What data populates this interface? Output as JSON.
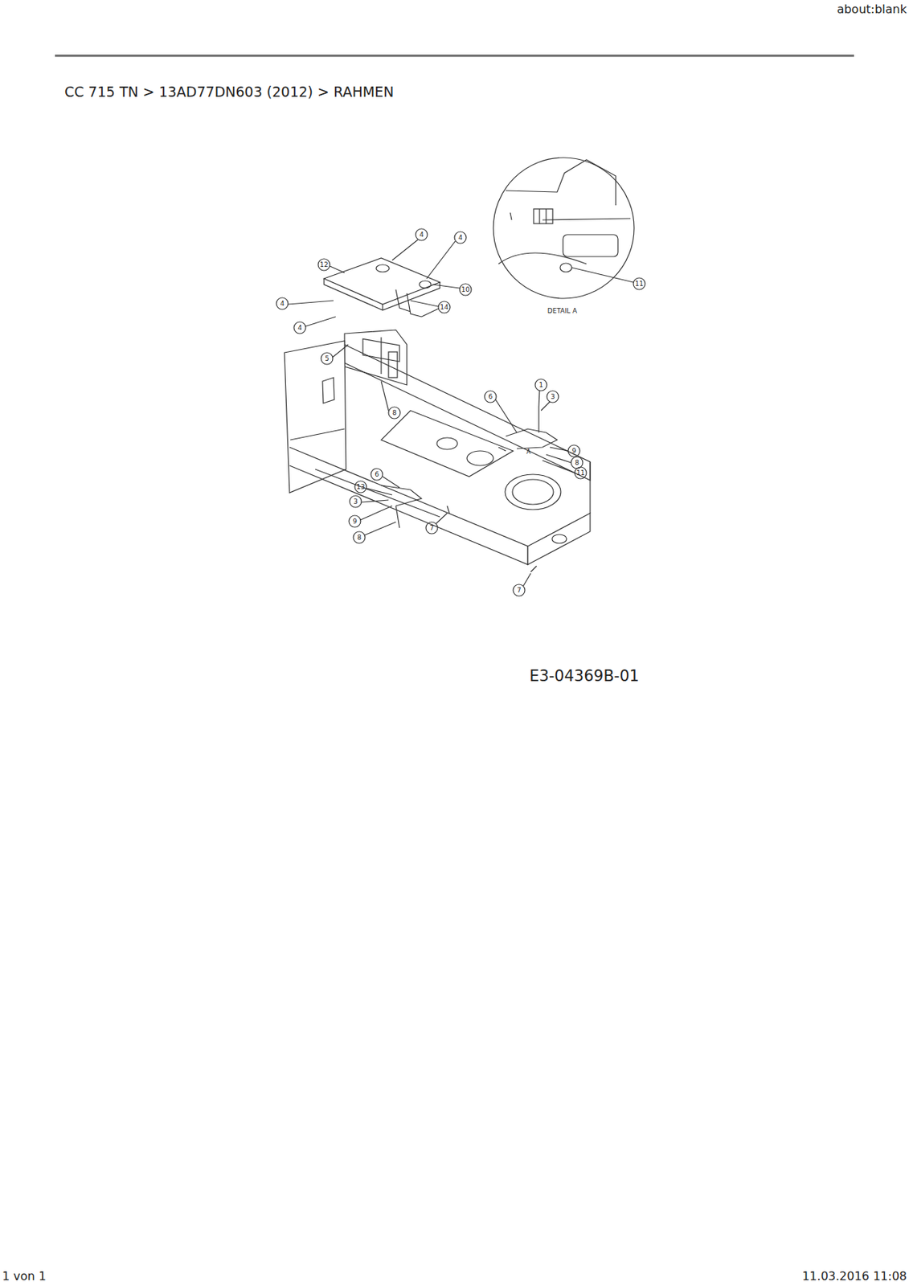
{
  "diagram": {
    "title": "CC 715 TN  >  13AD77DN603 (2012)  >  RAHMEN",
    "labels": [
      "about:blank",
      "4",
      "4",
      "12",
      "10",
      "4",
      "14",
      "4",
      "5",
      "8",
      "6",
      "1",
      "3",
      "9",
      "A",
      "8",
      "11",
      "6",
      "13",
      "3",
      "9",
      "8",
      "7",
      "7",
      "11",
      "DETAIL A",
      "E3-04369B-01",
      "1 von 1",
      "11.03.2016 11:08"
    ]
  }
}
